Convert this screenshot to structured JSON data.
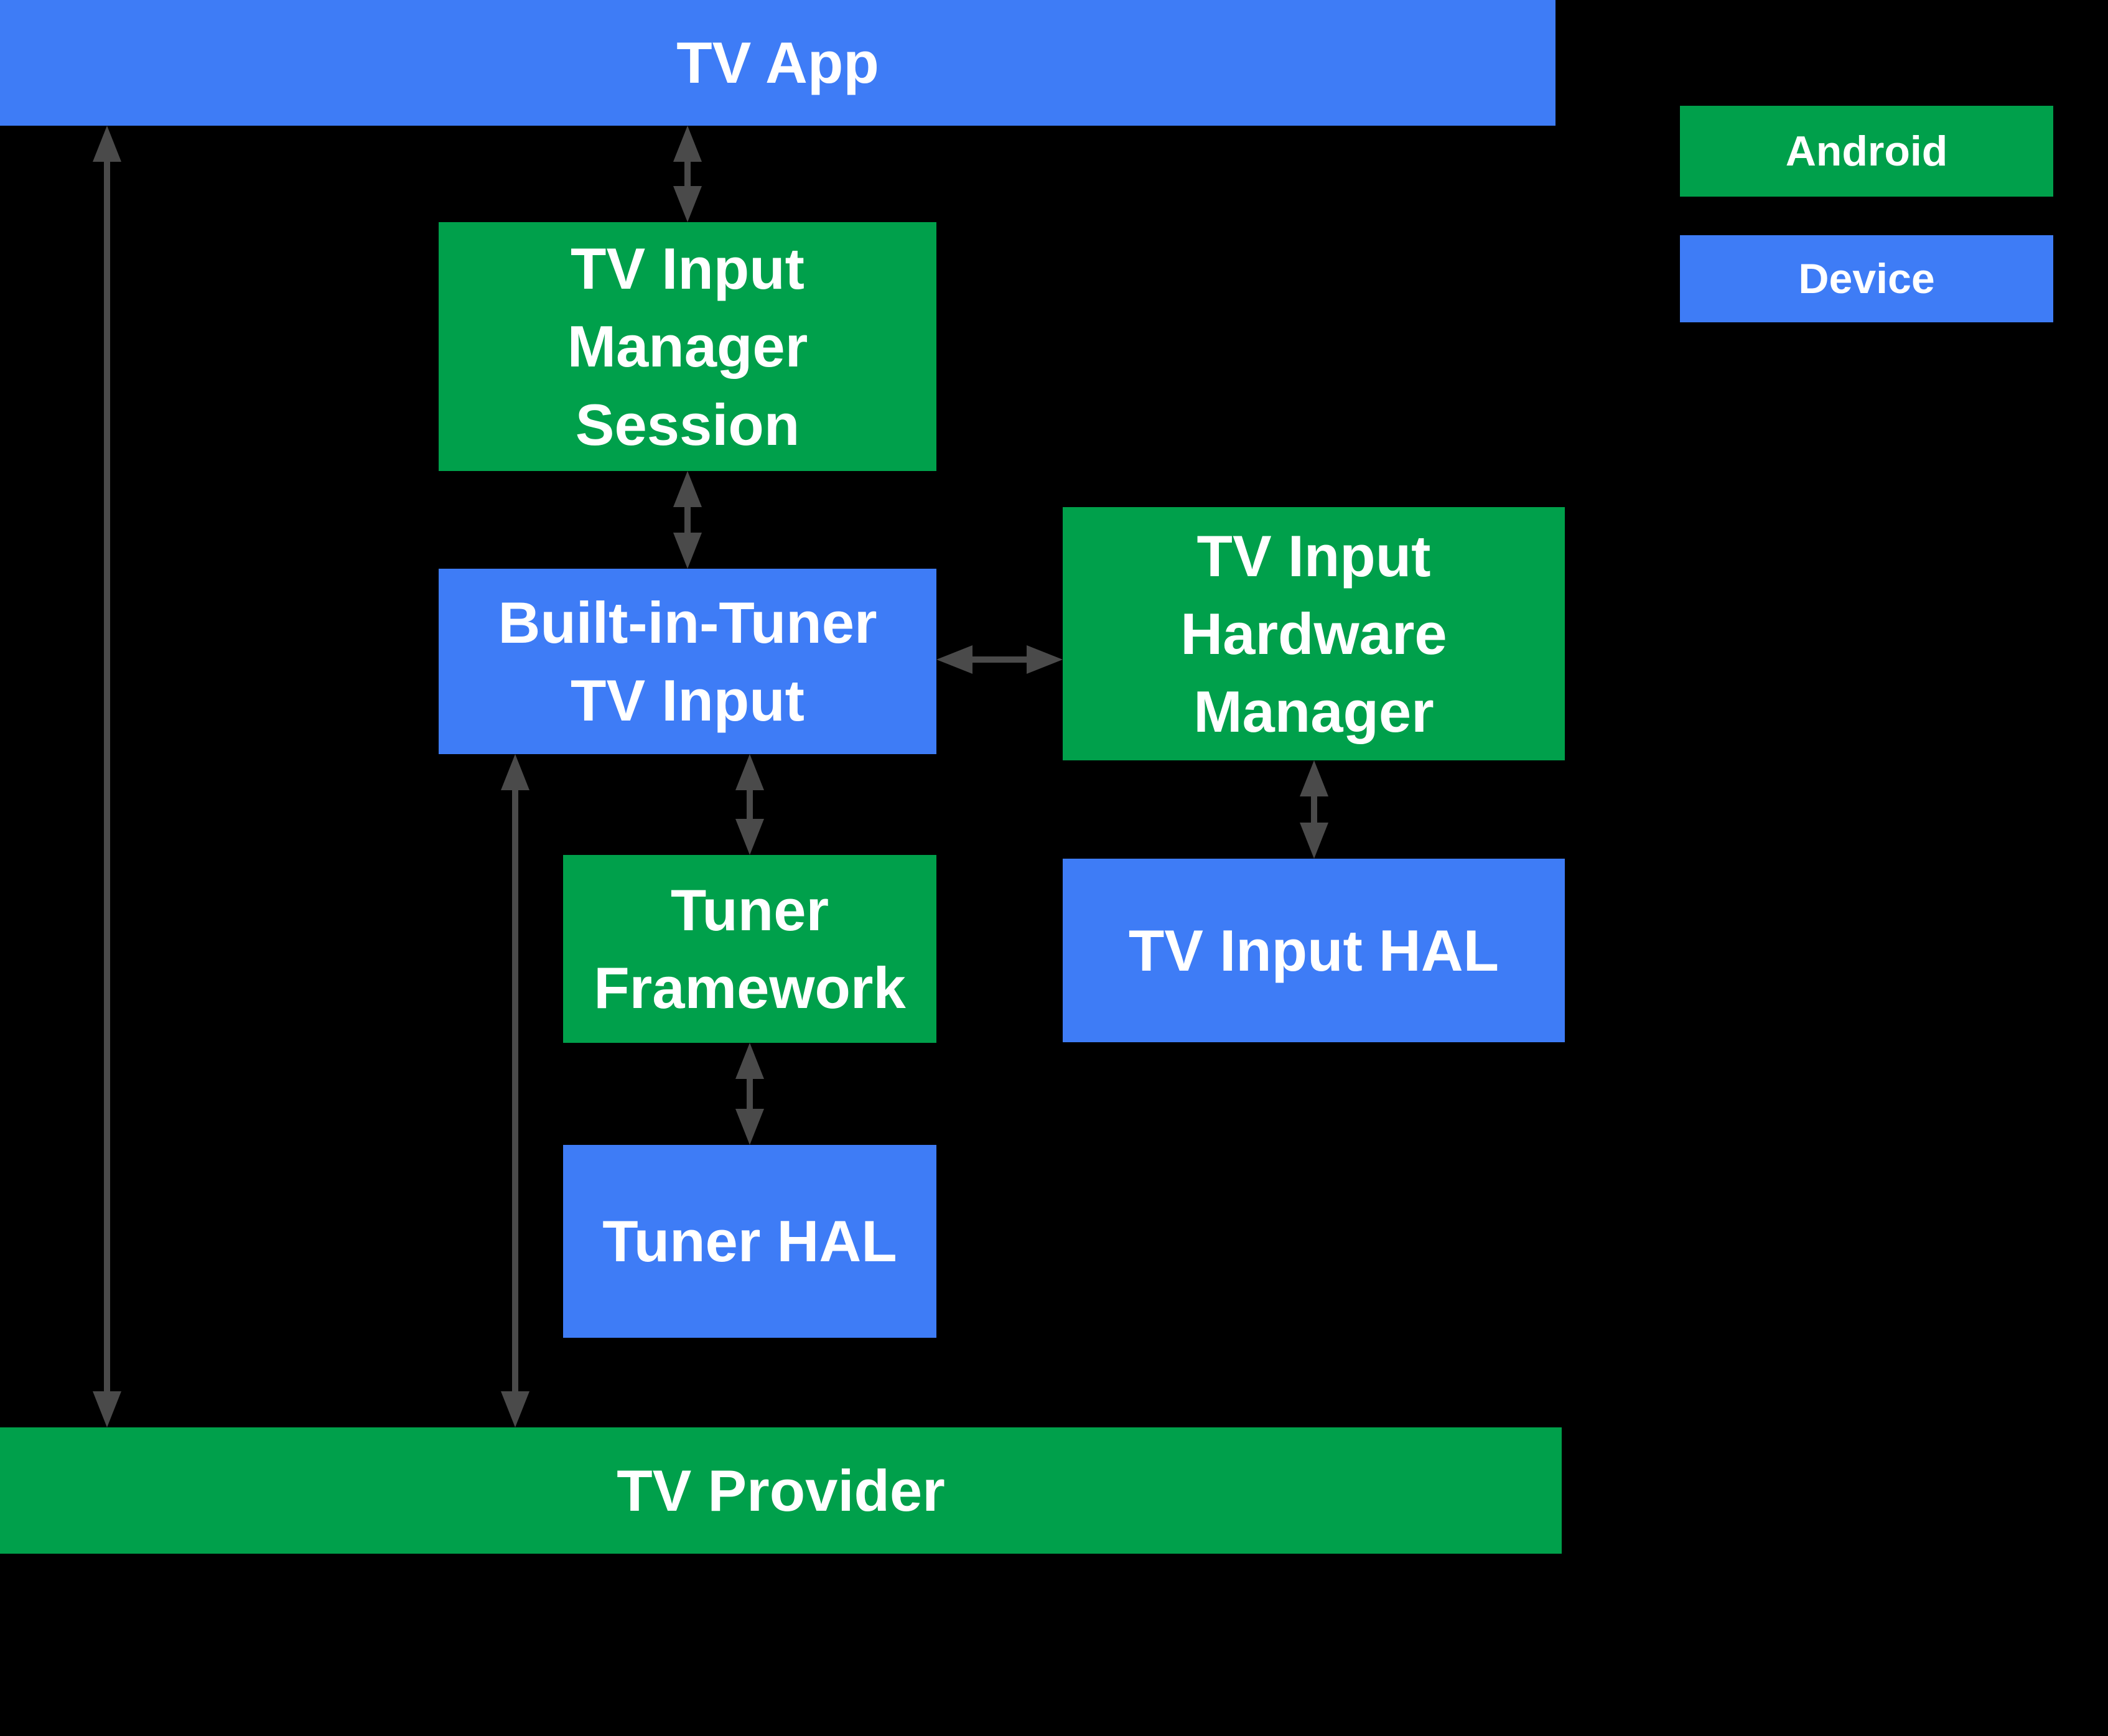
{
  "diagram": {
    "description": "Android TV Input Framework architecture diagram"
  },
  "colors": {
    "background": "#000000",
    "android_green": "#00A04B",
    "device_blue": "#3E7CF6",
    "arrow_gray": "#4A4A4A",
    "text": "#FFFFFF"
  },
  "legend": {
    "android": {
      "label": "Android",
      "color": "#00A04B"
    },
    "device": {
      "label": "Device",
      "color": "#3E7CF6"
    }
  },
  "nodes": {
    "tv_app": {
      "label": "TV App",
      "type": "device"
    },
    "tv_input_manager_session": {
      "label": "TV Input\nManager\nSession",
      "type": "android"
    },
    "tv_input_hardware_manager": {
      "label": "TV Input\nHardware\nManager",
      "type": "android"
    },
    "built_in_tuner_tv_input": {
      "label": "Built-in-Tuner\nTV Input",
      "type": "device"
    },
    "tuner_framework": {
      "label": "Tuner\nFramework",
      "type": "android"
    },
    "tv_input_hal": {
      "label": "TV Input HAL",
      "type": "device"
    },
    "tuner_hal": {
      "label": "Tuner HAL",
      "type": "device"
    },
    "tv_provider": {
      "label": "TV Provider",
      "type": "android"
    }
  },
  "edges": [
    {
      "from": "tv_app",
      "to": "tv_provider",
      "style": "bidirectional"
    },
    {
      "from": "tv_app",
      "to": "tv_input_manager_session",
      "style": "bidirectional"
    },
    {
      "from": "tv_input_manager_session",
      "to": "built_in_tuner_tv_input",
      "style": "bidirectional"
    },
    {
      "from": "built_in_tuner_tv_input",
      "to": "tv_input_hardware_manager",
      "style": "bidirectional"
    },
    {
      "from": "built_in_tuner_tv_input",
      "to": "tuner_framework",
      "style": "bidirectional"
    },
    {
      "from": "built_in_tuner_tv_input",
      "to": "tv_provider",
      "style": "bidirectional"
    },
    {
      "from": "tuner_framework",
      "to": "tuner_hal",
      "style": "bidirectional"
    },
    {
      "from": "tv_input_hardware_manager",
      "to": "tv_input_hal",
      "style": "bidirectional"
    }
  ]
}
